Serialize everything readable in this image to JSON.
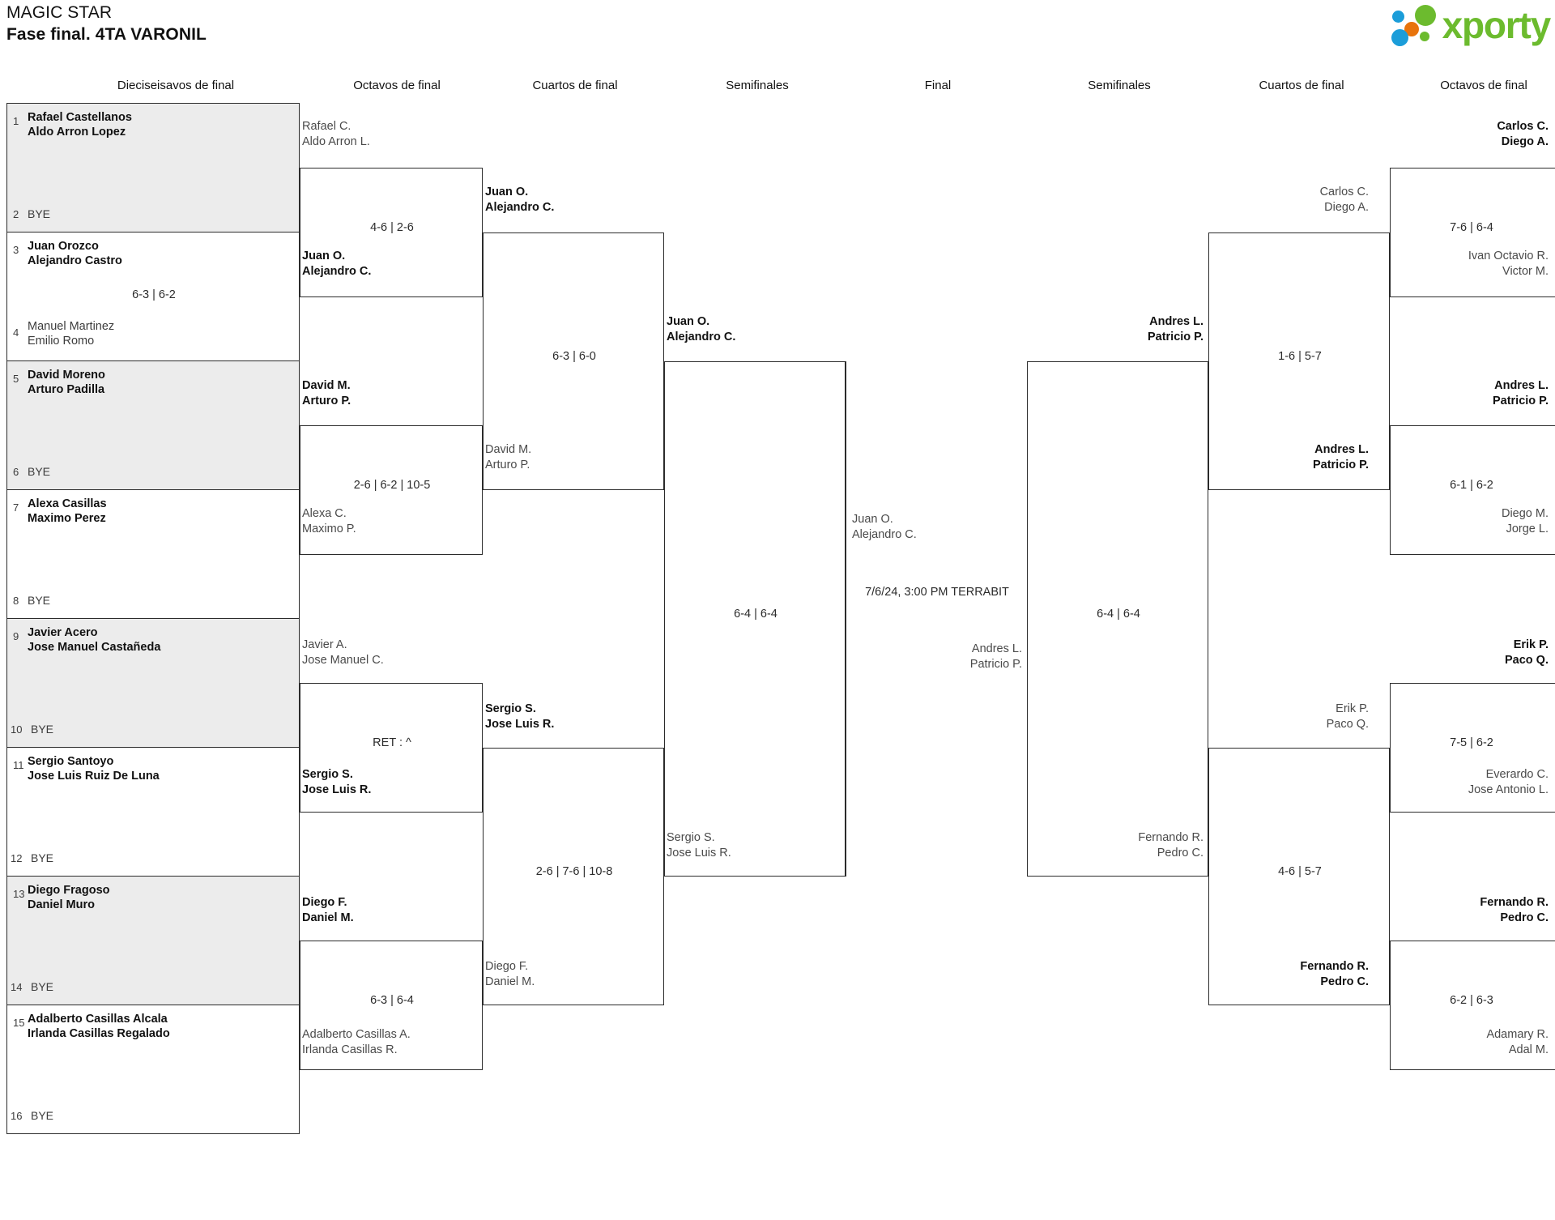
{
  "header": {
    "tournament": "MAGIC STAR",
    "phase": "Fase final. 4TA VARONIL",
    "logo_text": "xporty",
    "logo_colors": {
      "blue": "#1b9dd9",
      "orange": "#e8740c",
      "green": "#6cbb2e"
    }
  },
  "round_headers": [
    "Dieciseisavos de final",
    "Octavos de final",
    "Cuartos de final",
    "Semifinales",
    "Final",
    "Semifinales",
    "Cuartos de final",
    "Octavos de final"
  ],
  "round1": [
    {
      "seed": "1",
      "p1": "Rafael Castellanos",
      "p2": "Aldo Arron Lopez",
      "status": "win"
    },
    {
      "seed": "2",
      "bye": "BYE"
    },
    {
      "seed": "3",
      "p1": "Juan Orozco",
      "p2": "Alejandro Castro",
      "status": "win"
    },
    {
      "seed": "4",
      "p1": "Manuel Martinez",
      "p2": "Emilio Romo",
      "status": "lose"
    },
    {
      "seed": "5",
      "p1": "David Moreno",
      "p2": "Arturo Padilla",
      "status": "win"
    },
    {
      "seed": "6",
      "bye": "BYE"
    },
    {
      "seed": "7",
      "p1": "Alexa Casillas",
      "p2": "Maximo Perez",
      "status": "win"
    },
    {
      "seed": "8",
      "bye": "BYE"
    },
    {
      "seed": "9",
      "p1": "Javier Acero",
      "p2": "Jose Manuel Castañeda",
      "status": "win"
    },
    {
      "seed": "10",
      "bye": "BYE"
    },
    {
      "seed": "11",
      "p1": "Sergio Santoyo",
      "p2": "Jose Luis Ruiz De Luna",
      "status": "win"
    },
    {
      "seed": "12",
      "bye": "BYE"
    },
    {
      "seed": "13",
      "p1": "Diego Fragoso",
      "p2": "Daniel Muro",
      "status": "win"
    },
    {
      "seed": "14",
      "bye": "BYE"
    },
    {
      "seed": "15",
      "p1": "Adalberto Casillas Alcala",
      "p2": "Irlanda Casillas Regalado",
      "status": "win"
    },
    {
      "seed": "16",
      "bye": "BYE"
    }
  ],
  "round1_scores": [
    {
      "value": "6-3 | 6-2"
    }
  ],
  "left": {
    "octavos": [
      {
        "top_p1": "Rafael C.",
        "top_p2": "Aldo Arron L.",
        "top_status": "lose",
        "bot_p1": "Juan O.",
        "bot_p2": "Alejandro C.",
        "bot_status": "win",
        "score": "4-6 | 2-6"
      },
      {
        "top_p1": "David M.",
        "top_p2": "Arturo P.",
        "top_status": "win",
        "bot_p1": "Alexa C.",
        "bot_p2": "Maximo P.",
        "bot_status": "lose",
        "score": "2-6 | 6-2 | 10-5"
      },
      {
        "top_p1": "Javier A.",
        "top_p2": "Jose Manuel C.",
        "top_status": "lose",
        "bot_p1": "Sergio S.",
        "bot_p2": "Jose Luis R.",
        "bot_status": "win",
        "score": "RET : ^"
      },
      {
        "top_p1": "Diego F.",
        "top_p2": "Daniel M.",
        "top_status": "win",
        "bot_p1": "Adalberto Casillas A.",
        "bot_p2": "Irlanda Casillas R.",
        "bot_status": "lose",
        "score": "6-3 | 6-4"
      }
    ],
    "cuartos": [
      {
        "top_p1": "Juan O.",
        "top_p2": "Alejandro C.",
        "top_status": "win",
        "bot_p1": "David M.",
        "bot_p2": "Arturo P.",
        "bot_status": "lose",
        "score": "6-3 | 6-0"
      },
      {
        "top_p1": "Sergio S.",
        "top_p2": "Jose Luis R.",
        "top_status": "win",
        "bot_p1": "Diego F.",
        "bot_p2": "Daniel M.",
        "bot_status": "lose",
        "score": "2-6 | 7-6 | 10-8"
      }
    ],
    "semifinal": {
      "top_p1": "Juan O.",
      "top_p2": "Alejandro C.",
      "top_status": "win",
      "bot_p1": "Sergio S.",
      "bot_p2": "Jose Luis R.",
      "bot_status": "lose",
      "score": "6-4 | 6-4"
    }
  },
  "final": {
    "top_p1": "Juan O.",
    "top_p2": "Alejandro C.",
    "top_status": "lose",
    "bot_p1": "Andres L.",
    "bot_p2": "Patricio P.",
    "bot_status": "lose",
    "schedule": "7/6/24, 3:00 PM TERRABIT"
  },
  "right": {
    "semifinal": {
      "top_p1": "Andres L.",
      "top_p2": "Patricio P.",
      "top_status": "win",
      "bot_p1": "Fernando R.",
      "bot_p2": "Pedro C.",
      "bot_status": "lose",
      "score": "6-4 | 6-4"
    },
    "cuartos": [
      {
        "top_p1": "Carlos C.",
        "top_p2": "Diego A.",
        "top_status": "lose",
        "bot_p1": "Andres L.",
        "bot_p2": "Patricio P.",
        "bot_status": "win",
        "score": "1-6 | 5-7"
      },
      {
        "top_p1": "Erik P.",
        "top_p2": "Paco Q.",
        "top_status": "lose",
        "bot_p1": "Fernando R.",
        "bot_p2": "Pedro C.",
        "bot_status": "win",
        "score": "4-6 | 5-7"
      }
    ],
    "octavos": [
      {
        "top_p1": "Carlos C.",
        "top_p2": "Diego A.",
        "top_status": "win",
        "bot_p1": "Ivan Octavio R.",
        "bot_p2": "Victor M.",
        "bot_status": "lose",
        "score": "7-6 | 6-4"
      },
      {
        "top_p1": "Andres L.",
        "top_p2": "Patricio P.",
        "top_status": "win",
        "bot_p1": "Diego M.",
        "bot_p2": "Jorge L.",
        "bot_status": "lose",
        "score": "6-1 | 6-2"
      },
      {
        "top_p1": "Erik P.",
        "top_p2": "Paco Q.",
        "top_status": "win",
        "bot_p1": "Everardo C.",
        "bot_p2": "Jose Antonio L.",
        "bot_status": "lose",
        "score": "7-5 | 6-2"
      },
      {
        "top_p1": "Fernando R.",
        "top_p2": "Pedro C.",
        "top_status": "win",
        "bot_p1": "Adamary R.",
        "bot_p2": "Adal M.",
        "bot_status": "lose",
        "score": "6-2 | 6-3"
      }
    ]
  }
}
